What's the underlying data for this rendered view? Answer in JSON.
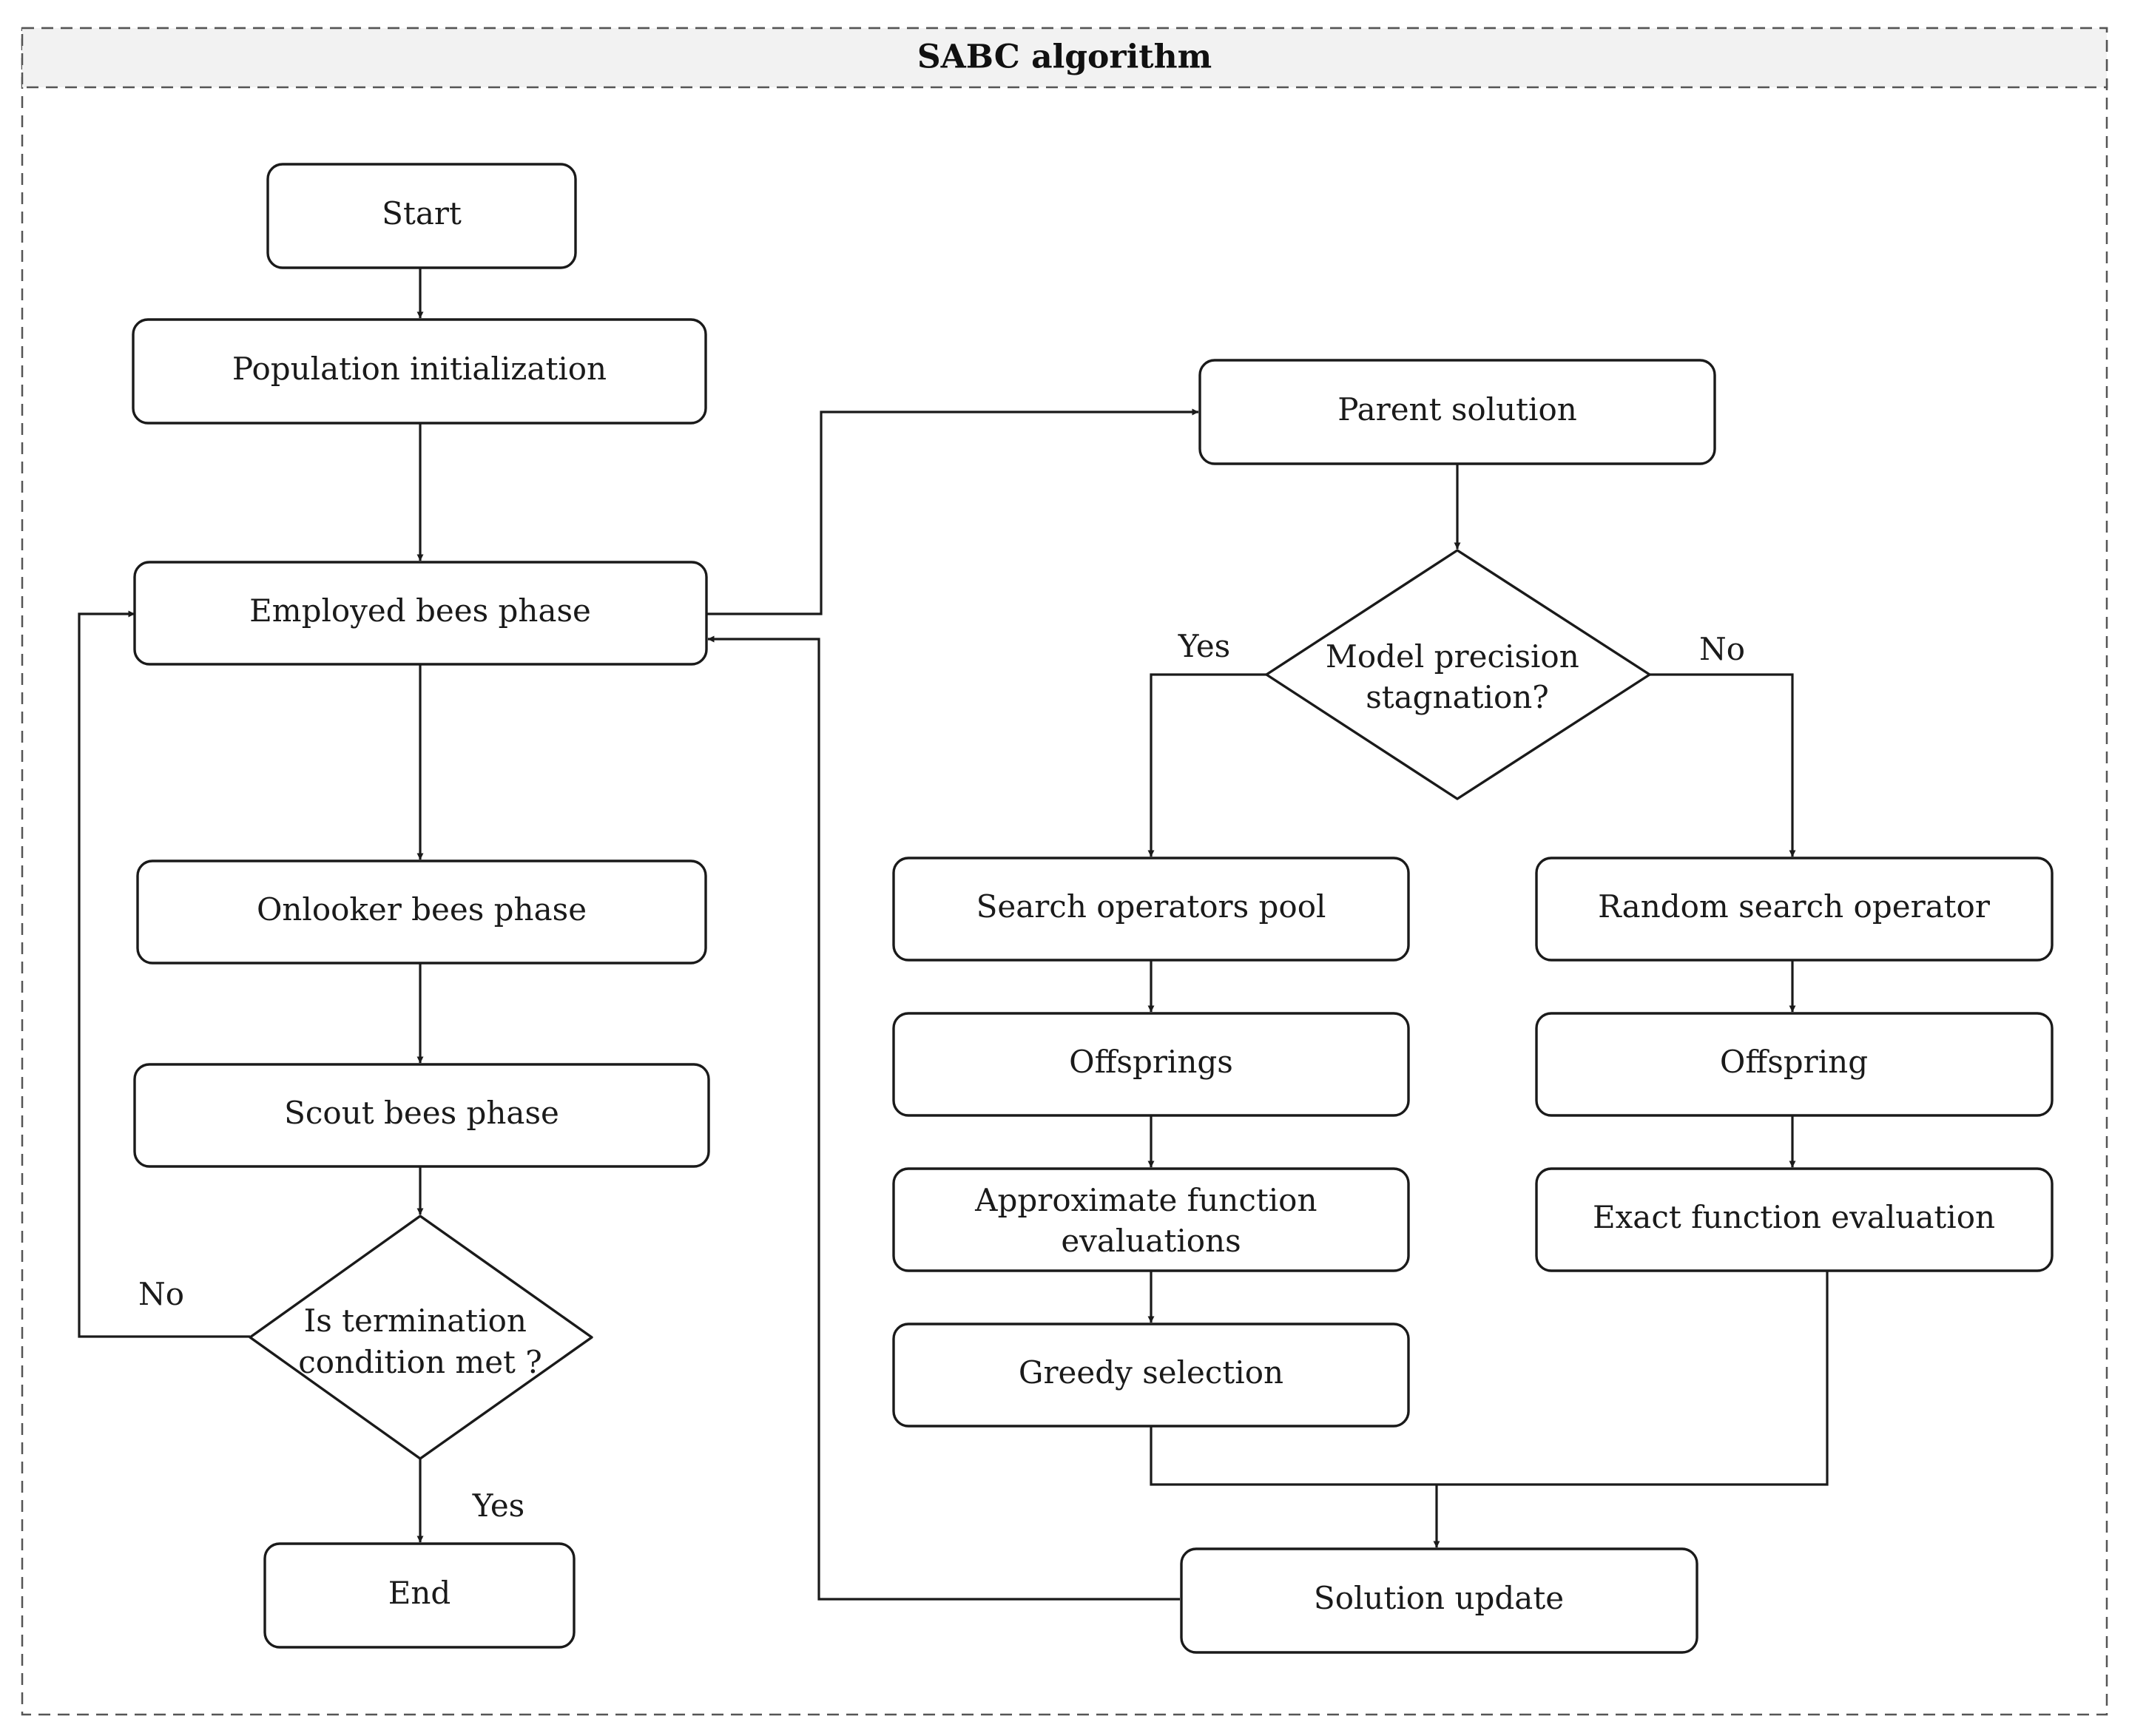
{
  "title": "SABC algorithm",
  "nodes": {
    "start": "Start",
    "population_init": "Population initialization",
    "employed": "Employed bees phase",
    "onlooker": "Onlooker bees phase",
    "scout": "Scout bees phase",
    "termination": [
      "Is termination",
      "condition met ?"
    ],
    "end": "End",
    "parent": "Parent solution",
    "stagnation": [
      "Model precision",
      "stagnation?"
    ],
    "search_pool": "Search operators pool",
    "offsprings": "Offsprings",
    "approx_eval": [
      "Approximate function",
      "evaluations"
    ],
    "greedy": "Greedy selection",
    "random_op": "Random search operator",
    "offspring": "Offspring",
    "exact_eval": "Exact function evaluation",
    "update": "Solution update"
  },
  "labels": {
    "termination_no": "No",
    "termination_yes": "Yes",
    "stagnation_yes": "Yes",
    "stagnation_no": "No"
  },
  "colors": {
    "stroke": "#1a1a1a",
    "frame": "#555555",
    "title_band": "#f2f2f2"
  }
}
